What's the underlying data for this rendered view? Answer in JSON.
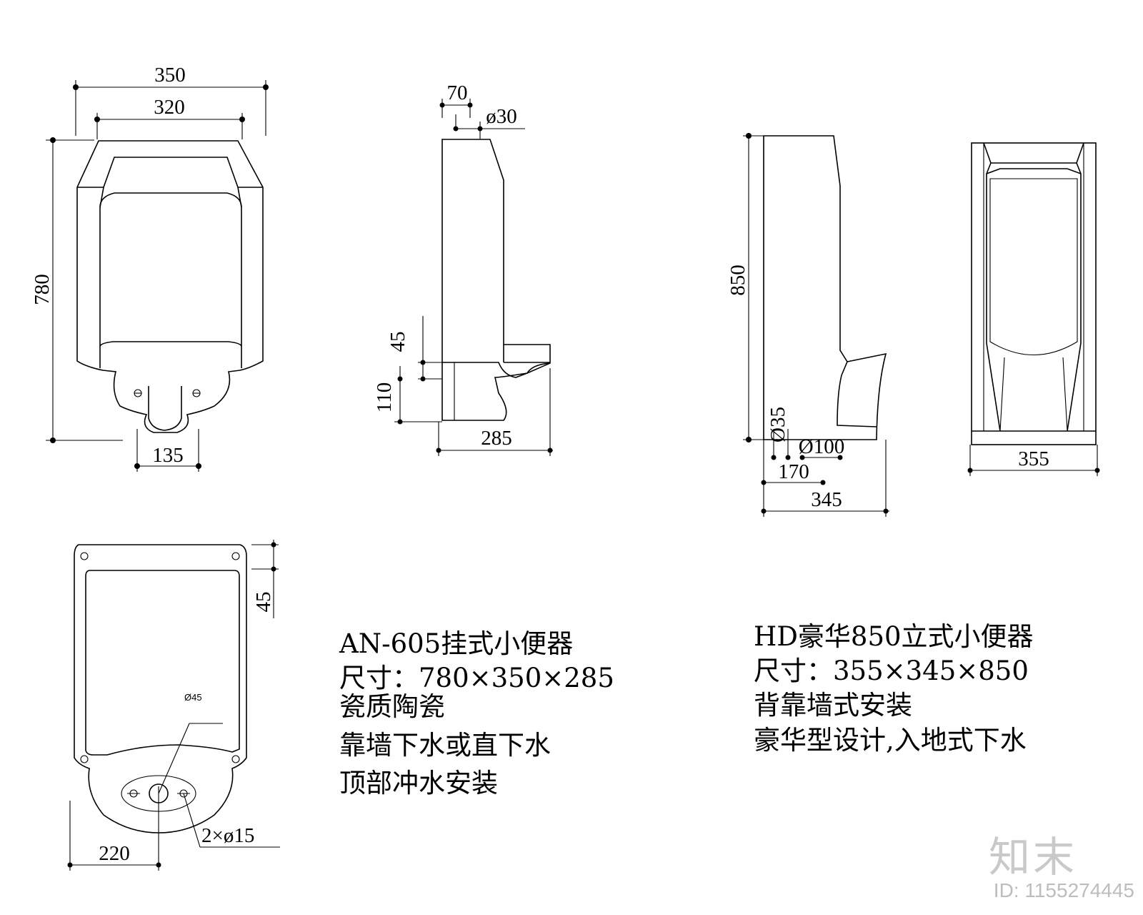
{
  "dimensions": {
    "wall_width": "350",
    "wall_inner_width": "320",
    "wall_height": "780",
    "wall_bottom": "135",
    "side_top": "70",
    "side_pipe": "ø30",
    "side_45": "45",
    "side_110": "110",
    "side_depth": "285",
    "floor_height": "850",
    "floor_d35": "Ø35",
    "floor_d100": "Ø100",
    "floor_170": "170",
    "floor_345": "345",
    "floor_front_width": "355",
    "back_45": "45",
    "back_hole": "Ø45",
    "back_220": "220",
    "back_holes": "2×ø15"
  },
  "notes_left": [
    "AN-605挂式小便器",
    "尺寸：780×350×285",
    "瓷质陶瓷",
    "靠墙下水或直下水",
    "顶部冲水安装"
  ],
  "notes_right": [
    "HD豪华850立式小便器",
    "尺寸：355×345×850",
    "背靠墙式安装",
    "豪华型设计,入地式下水"
  ],
  "watermark": {
    "logo": "知末",
    "id": "ID: 1155274445"
  }
}
